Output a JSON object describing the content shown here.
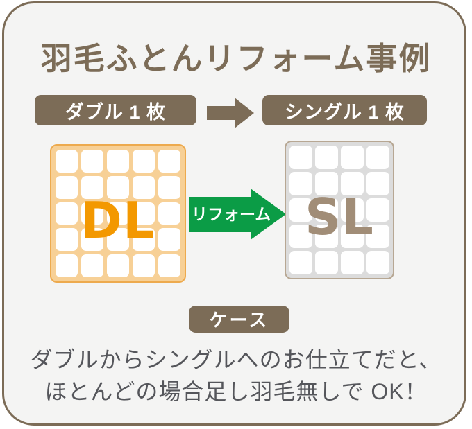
{
  "header": {
    "title": "羽毛ふとんリフォーム事例"
  },
  "flow": {
    "before_badge": "ダブル 1 枚",
    "after_badge": "シングル 1 枚",
    "arrow_icon": "arrow-right",
    "reform_label": "リフォーム"
  },
  "futons": {
    "double": {
      "label": "DL",
      "cols": 5,
      "rows": 5
    },
    "single": {
      "label": "SL",
      "cols": 4,
      "rows": 5
    }
  },
  "note": {
    "badge": "ケース",
    "line1": "ダブルからシングルへのお仕立てだと、",
    "line2": "ほとんどの場合足し羽毛無しで OK！"
  },
  "colors": {
    "brown": "#7c6c57",
    "panel_bg": "#f4f4f3",
    "dl_orange": "#f39800",
    "dl_grid_bg": "#f7d096",
    "dl_grid_border": "#edaa4e",
    "sl_taupe": "#a18d77",
    "sl_grid_bg": "#dcdcdc",
    "sl_grid_border": "#b7a793",
    "reform_green": "#0b9c46",
    "note_text": "#55565b"
  }
}
